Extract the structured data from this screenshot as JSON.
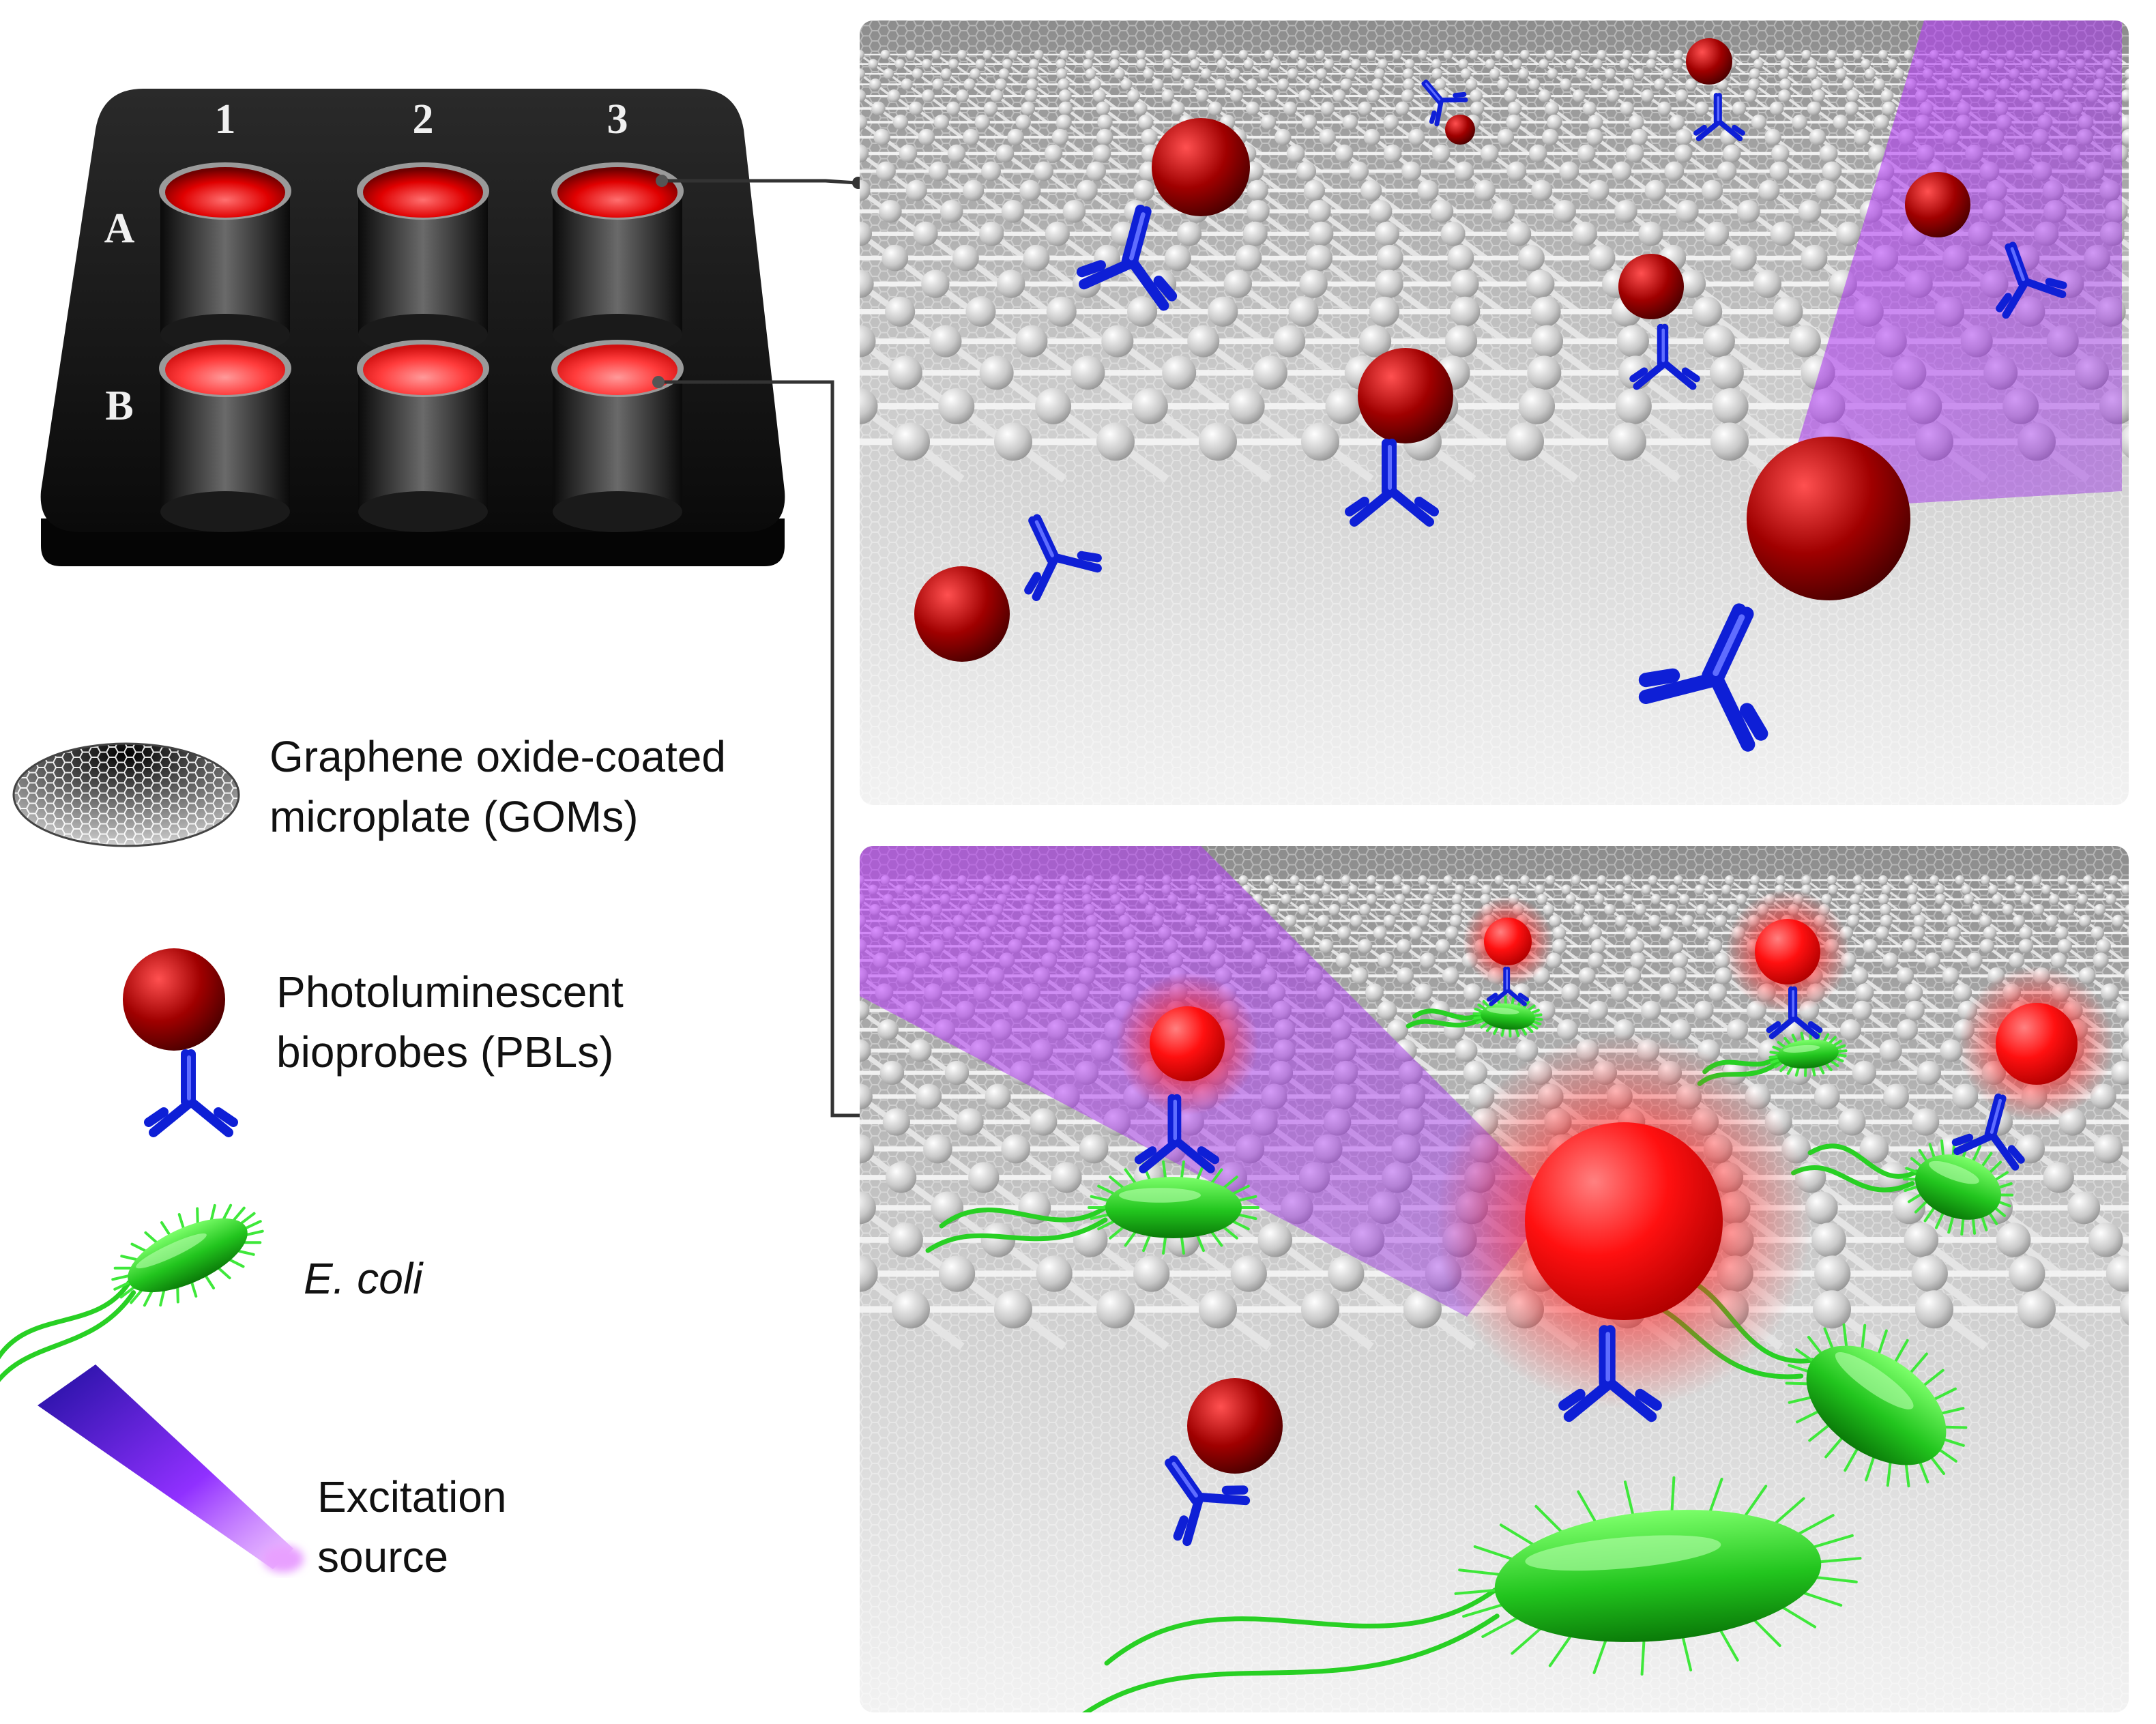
{
  "microplate": {
    "columns": [
      "1",
      "2",
      "3"
    ],
    "rows": [
      "A",
      "B"
    ]
  },
  "legend": {
    "gom": {
      "line1": "Graphene oxide-coated",
      "line2": "microplate (GOMs)",
      "icon": "graphene-sheet-icon"
    },
    "pbl": {
      "line1": "Photoluminescent",
      "line2": "bioprobes (PBLs)",
      "icon": "bioprobe-icon"
    },
    "ecoli": {
      "label": "E. coli",
      "icon": "bacterium-icon"
    },
    "excitation": {
      "line1": "Excitation",
      "line2": "source",
      "icon": "light-beam-icon"
    }
  },
  "colors": {
    "plate": "#1a1a1a",
    "well_red_dark": "#d40000",
    "well_red_light": "#ff3b3b",
    "probe_red": "#b00000",
    "antibody_blue": "#1a2cff",
    "bacterium_green": "#22c51e",
    "beam_violet": "#b030ff",
    "graphene_grey": "#b8b8b8"
  }
}
